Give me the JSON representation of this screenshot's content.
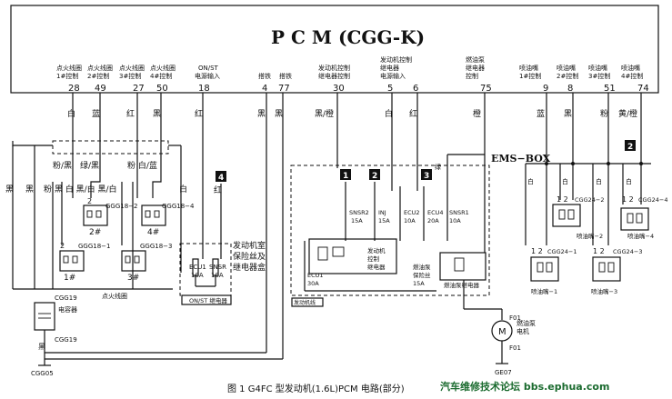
{
  "pcm": {
    "title": "P C M (CGG-K)",
    "groups": [
      {
        "id": "ign",
        "lines": [
          "点火线圈",
          "1#控制"
        ]
      },
      {
        "id": "ign2",
        "lines": [
          "点火线圈",
          "2#控制"
        ]
      },
      {
        "id": "ign3",
        "lines": [
          "点火线圈",
          "3#控制"
        ]
      },
      {
        "id": "ign4",
        "lines": [
          "点火线圈",
          "4#控制"
        ]
      },
      {
        "id": "onst",
        "lines": [
          "ON/ST",
          "电源输入"
        ]
      },
      {
        "id": "gnd1",
        "lines": [
          "搭铁"
        ]
      },
      {
        "id": "gnd2",
        "lines": [
          "搭铁"
        ]
      },
      {
        "id": "engrelay",
        "lines": [
          "发动机控制",
          "继电器控制"
        ]
      },
      {
        "id": "engpwr",
        "lines": [
          "发动机控制",
          "继电器",
          "电源输入"
        ]
      },
      {
        "id": "pump",
        "lines": [
          "燃油泵",
          "继电器",
          "控制"
        ]
      },
      {
        "id": "inj1",
        "lines": [
          "喷油嘴",
          "1#控制"
        ]
      },
      {
        "id": "inj2",
        "lines": [
          "喷油嘴",
          "2#控制"
        ]
      },
      {
        "id": "inj3",
        "lines": [
          "喷油嘴",
          "3#控制"
        ]
      },
      {
        "id": "inj4",
        "lines": [
          "喷油嘴",
          "4#控制"
        ]
      }
    ],
    "pins": [
      "28",
      "49",
      "27",
      "50",
      "18",
      "4",
      "77",
      "30",
      "5",
      "6",
      "75",
      "9",
      "8",
      "51",
      "74"
    ],
    "colors": [
      "白",
      "蓝",
      "红",
      "黑",
      "红",
      "黑",
      "黑",
      "黑/橙",
      "白",
      "红",
      "橙",
      "蓝",
      "黑",
      "粉",
      "黄/橙"
    ]
  },
  "labels": {
    "pink_black": "粉/黑",
    "green_black": "绿/黑",
    "pink_white_blue": "粉 白/蓝",
    "black_left": "黑",
    "black2": "黑",
    "row_colors": "粉 黑 白 黑/白 黑/白",
    "white": "白",
    "red": "红",
    "green": "绿",
    "black": "黑",
    "num2": "2",
    "num1": "1",
    "ggg18_2": "GGG18−2",
    "ggg18_4": "GGG18−4",
    "ggg18_1": "GGG18−1",
    "ggg18_3": "GGG18−3",
    "two_hash": "2#",
    "four_hash": "4#",
    "one_hash": "1#",
    "three_hash": "3#",
    "coil": "点火线圈",
    "cgg19": "CGG19",
    "condenser": "电容器",
    "cgg05": "CGG05",
    "cgg19b": "CGG19",
    "engine_box": "发动机室\n保险丝及\n继电器盒",
    "onst_relay": "ON/ST 继电器",
    "ecu1_fuse_small": "ECU1",
    "amp10": "10A",
    "snsr_small": "SNSR",
    "amp10b": "10A",
    "ems_box": "EMS−BOX",
    "snsr2": "SNSR2",
    "a15": "15A",
    "inj": "INJ",
    "a15b": "15A",
    "ecu2": "ECU2",
    "a10": "10A",
    "ecu4": "ECU4",
    "a20": "20A",
    "snsr1": "SNSR1",
    "a10b": "10A",
    "ecu1": "ECU1",
    "a30": "30A",
    "eng_relay": "发动机\n控制\n继电器",
    "pump_fuse": "燃油泵\n保险丝\n15A",
    "pump_relay": "燃油泵继电器",
    "engine_room_wire": "发动机线",
    "pump_connector": "F01",
    "pump_motor": "燃油泵\n电机",
    "f01b": "F01",
    "ge07": "GE07",
    "one2": "1 2",
    "cgg24_2": "CGG24−2",
    "cgg24_4": "CGG24−4",
    "cgg24_1": "CGG24−1",
    "cgg24_3": "CGG24−3",
    "inj_2": "喷油嘴−2",
    "inj_4": "喷油嘴−4",
    "inj_1": "喷油嘴−1",
    "inj_3": "喷油嘴−3"
  },
  "markers": [
    "1",
    "2",
    "3",
    "4",
    "2"
  ],
  "caption": "图 1  G4FC 型发动机(1.6L)PCM 电路(部分)",
  "watermark": "汽车维修技术论坛 bbs.ephua.com"
}
